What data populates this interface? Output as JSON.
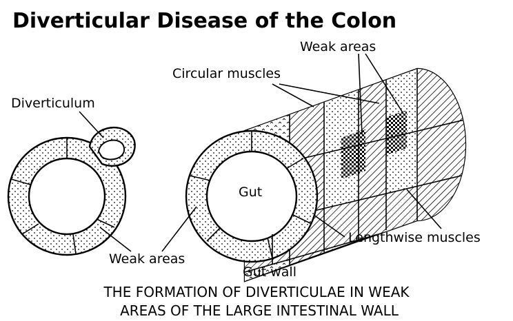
{
  "title": "Diverticular Disease of the Colon",
  "labels": {
    "diverticulum": "Diverticulum",
    "weak_areas_left": "Weak areas",
    "weak_areas_top": "Weak areas",
    "circular_muscles": "Circular muscles",
    "gut": "Gut",
    "gut_wall": "Gut wall",
    "lengthwise_muscles": "Lengthwise muscles"
  },
  "caption": {
    "line1": "THE FORMATION OF DIVERTICULAE IN WEAK",
    "line2": "AREAS OF THE LARGE INTESTINAL WALL"
  }
}
